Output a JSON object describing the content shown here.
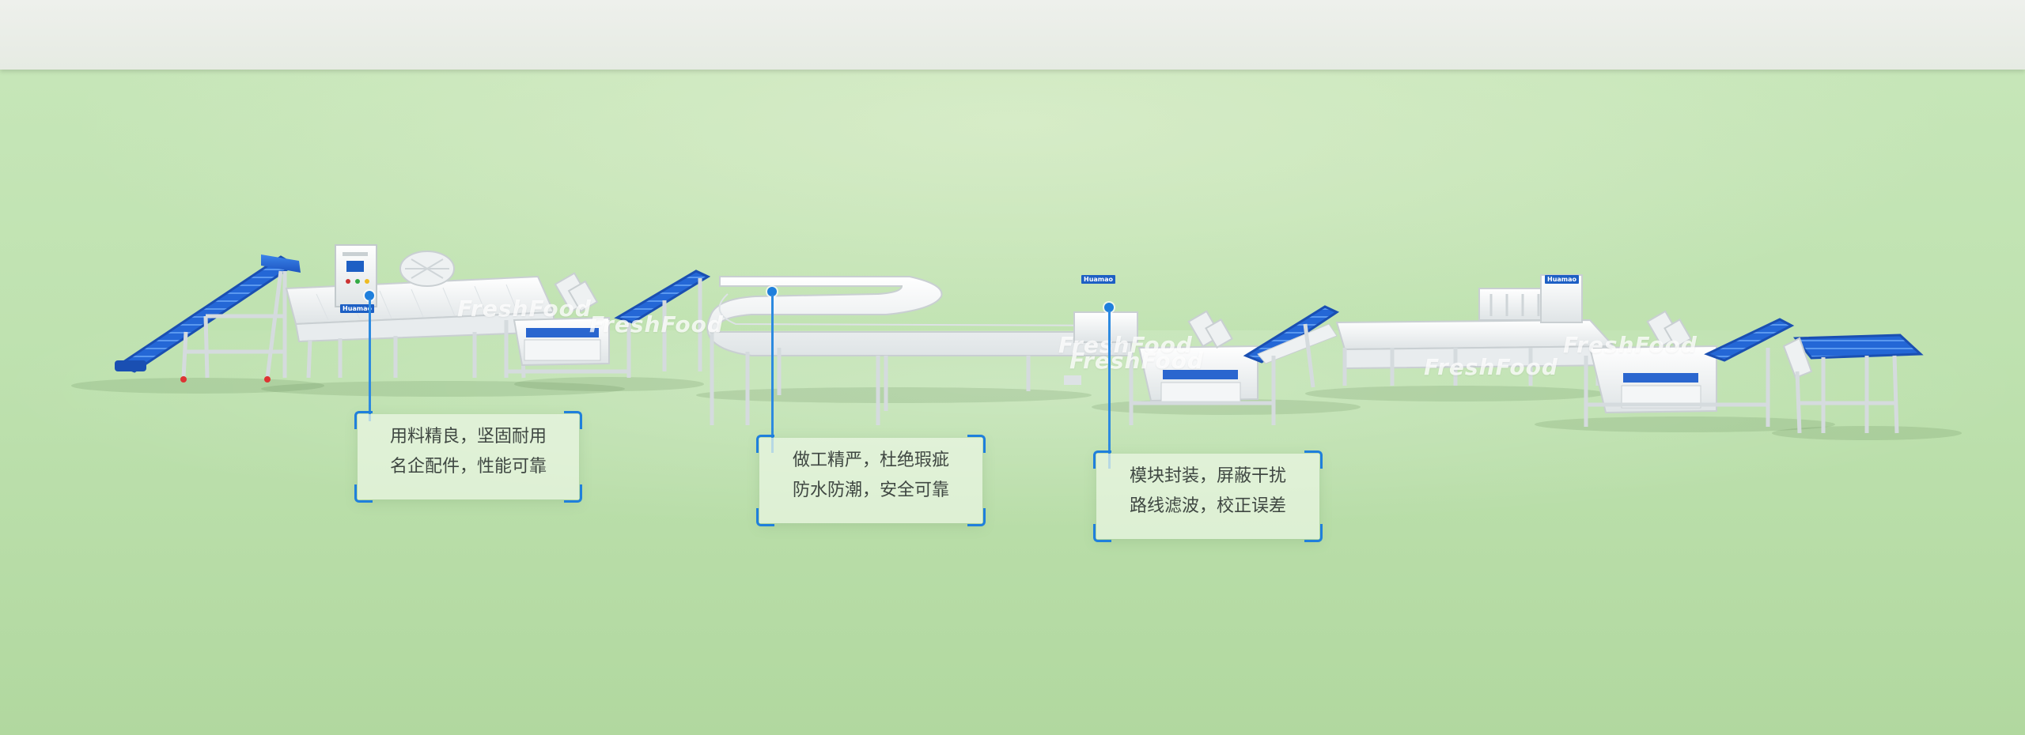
{
  "watermark": {
    "brand": "FreshFood"
  },
  "equipment": {
    "logo_badge": "Huamao"
  },
  "callouts": [
    {
      "line1": "用料精良，坚固耐用",
      "line2": "名企配件，性能可靠"
    },
    {
      "line1": "做工精严，杜绝瑕疵",
      "line2": "防水防潮，安全可靠"
    },
    {
      "line1": "模块封装，屏蔽干扰",
      "line2": "路线滤波，校正误差"
    }
  ],
  "colors": {
    "accent_blue": "#1f7fdc",
    "conveyor_blue": "#2467d6",
    "steel": "#f3f5f6",
    "background_green": "#bfe2b0",
    "top_band": "#eceeea"
  }
}
